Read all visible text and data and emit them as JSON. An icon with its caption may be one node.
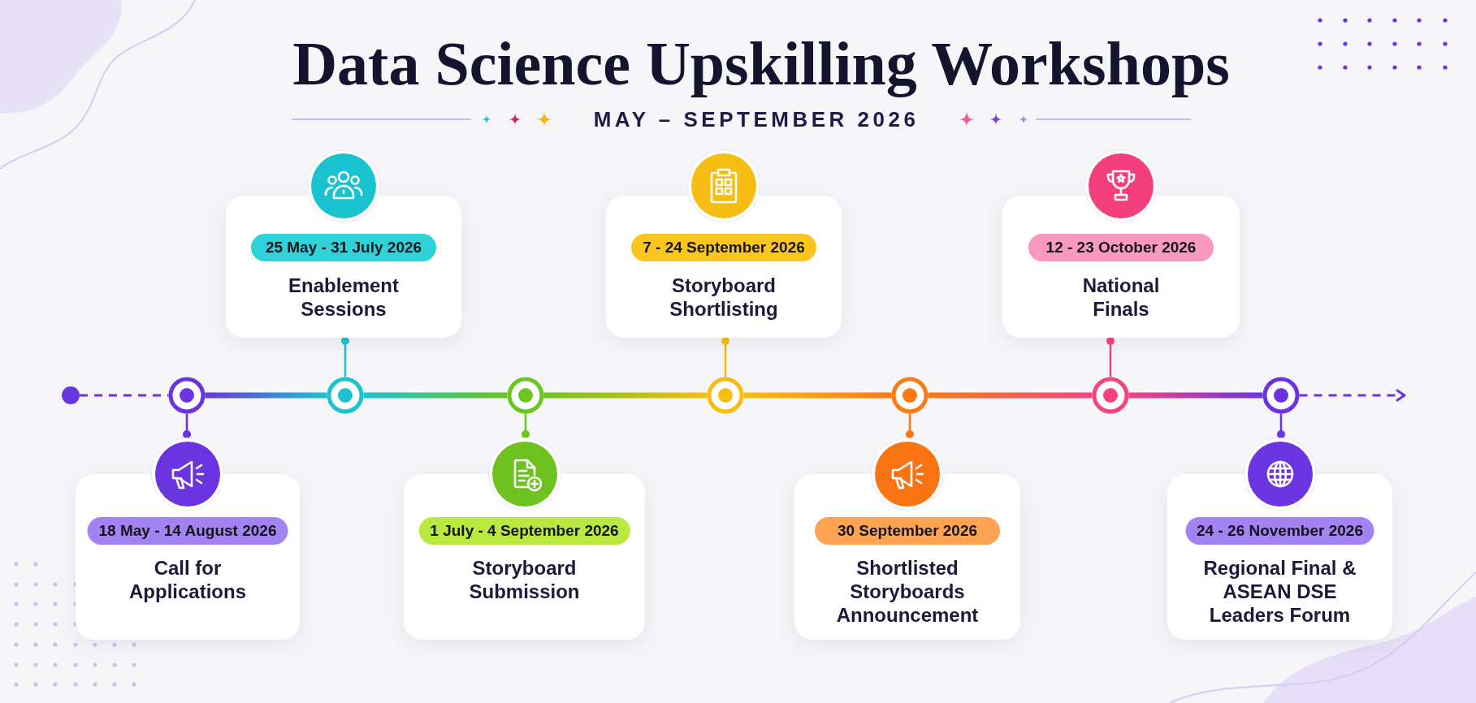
{
  "diagram": {
    "title": "Data Science Upskilling Workshops",
    "nodes": [
      {
        "text": [
          "18 May - 14 August 2026",
          "Call for Applications"
        ]
      },
      {
        "text": [
          "25 May - 31 July 2026",
          "Enablement Sessions"
        ]
      },
      {
        "text": [
          "1 July - 4 September 2026",
          "Storyboard Submission"
        ]
      },
      {
        "text": [
          "7 - 24 September 2026",
          "Storyboard Shortlisting"
        ]
      },
      {
        "text": [
          "30 September 2026",
          "Shortlisted Storyboards Announcement"
        ]
      },
      {
        "text": [
          "12 - 23 October 2026",
          "National Finals"
        ]
      },
      {
        "text": [
          "24 - 26 November 2026",
          "Regional Final & ASEAN DSE Leaders Forum"
        ]
      },
      {
        "text": [],
        "shape": "circle"
      },
      {
        "text": [],
        "shape": "circle"
      },
      {
        "text": [],
        "shape": "circle"
      },
      {
        "text": [],
        "shape": "circle"
      },
      {
        "text": [],
        "shape": "circle"
      },
      {
        "text": [],
        "shape": "circle"
      },
      {
        "text": [],
        "shape": "circle"
      },
      {
        "text": [],
        "shape": "circle"
      }
    ],
    "edges": [
      {
        "from": 7,
        "to": 8,
        "arrow": "none",
        "style": "dashed"
      },
      {
        "from": 8,
        "to": 9,
        "arrow": "none",
        "style": "thick"
      },
      {
        "from": 9,
        "to": 10,
        "arrow": "none",
        "style": "thick"
      },
      {
        "from": 10,
        "to": 11,
        "arrow": "none",
        "style": "thick"
      },
      {
        "from": 11,
        "to": 12,
        "arrow": "none",
        "style": "thick"
      },
      {
        "from": 12,
        "to": 13,
        "arrow": "none",
        "style": "thick"
      },
      {
        "from": 13,
        "to": 14,
        "arrow": "none",
        "style": "thick"
      },
      {
        "from": 14,
        "to": null,
        "arrow": "to",
        "style": "dashed"
      },
      {
        "from": 0,
        "to": 8,
        "arrow": "other",
        "color": "#6a35e0"
      },
      {
        "from": 1,
        "to": 9,
        "arrow": "other",
        "color": "#1ec2cf"
      },
      {
        "from": 2,
        "to": 10,
        "arrow": "other",
        "color": "#6cc520"
      },
      {
        "from": 3,
        "to": 11,
        "arrow": "other",
        "color": "#f5bd12"
      },
      {
        "from": 4,
        "to": 12,
        "arrow": "other",
        "color": "#fb7a14"
      },
      {
        "from": 5,
        "to": 13,
        "arrow": "other",
        "color": "#f4447f"
      },
      {
        "from": 6,
        "to": 14,
        "arrow": "other",
        "color": "#6a35e0"
      }
    ],
    "labels": [
      "MAY – SEPTEMBER 2026"
    ]
  }
}
